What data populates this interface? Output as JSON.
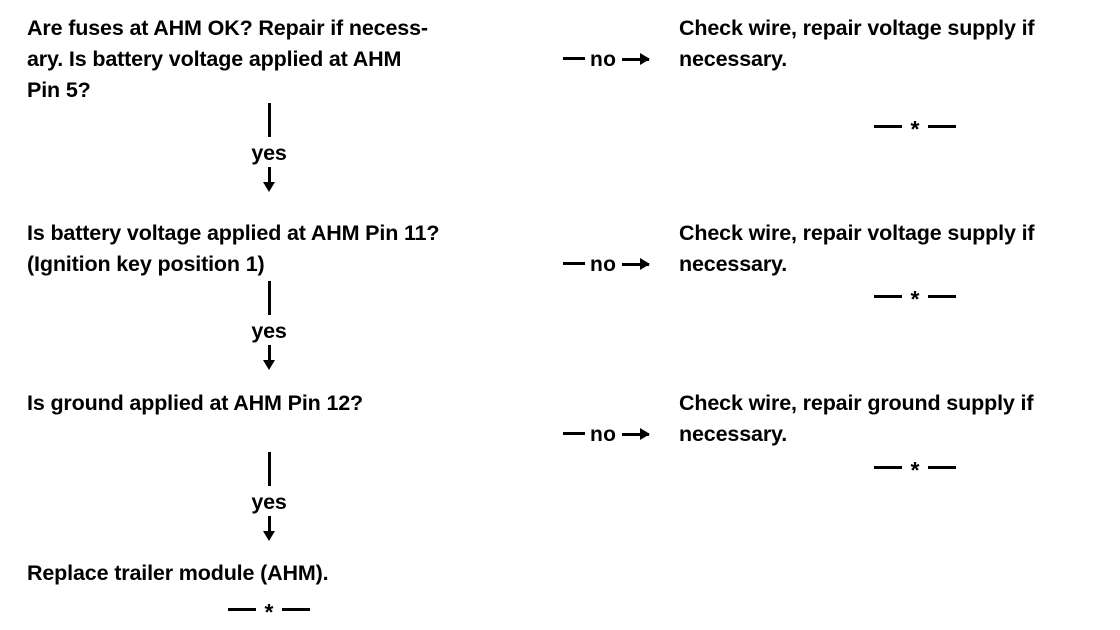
{
  "document": {
    "title": "AHM Trailer Module Diagnostic Flowchart",
    "background_color": "#ffffff",
    "text_color": "#000000"
  },
  "steps": [
    {
      "id": "step-1",
      "question": "Are fuses at AHM OK? Repair if necess-\nary. Is battery voltage applied at AHM\nPin 5?",
      "branch_label": "no",
      "remedy": "Check wire, repair voltage supply if\nnecessary.",
      "remedy_separator": "*",
      "yes_label": "yes"
    },
    {
      "id": "step-2",
      "question": "Is battery voltage applied at AHM Pin 11?\n(Ignition key position 1)",
      "branch_label": "no",
      "remedy": "Check wire, repair voltage supply if\nnecessary.",
      "remedy_separator": "*",
      "yes_label": "yes"
    },
    {
      "id": "step-3",
      "question": "Is ground applied at AHM Pin 12?",
      "branch_label": "no",
      "remedy": "Check wire, repair ground supply if\nnecessary.",
      "remedy_separator": "*",
      "yes_label": "yes"
    },
    {
      "id": "step-4",
      "question": "Replace trailer module (AHM).",
      "remedy_separator": "*"
    }
  ],
  "separators": {
    "star": "*"
  }
}
